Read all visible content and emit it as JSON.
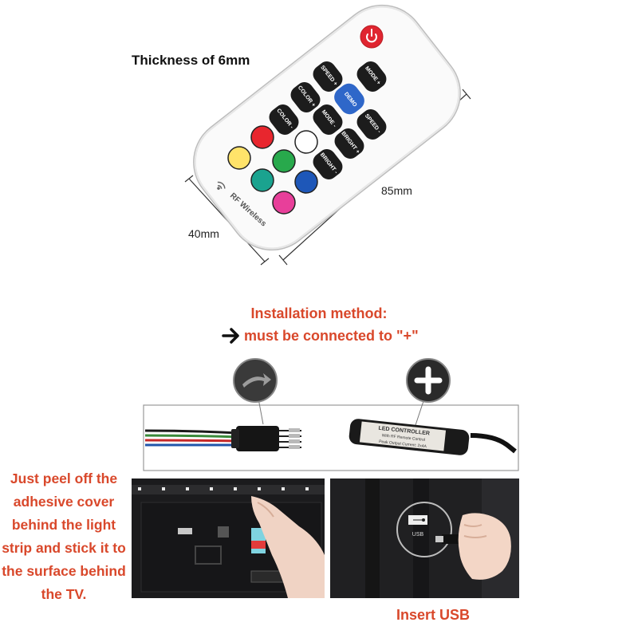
{
  "remote": {
    "thickness_label": "Thickness of 6mm",
    "width_label": "40mm",
    "length_label": "85mm",
    "rf_label": "RF Wireless",
    "buttons": {
      "speed_plus": "SPEED +",
      "mode_plus": "MODE +",
      "color_plus": "COLOR +",
      "demo": "DEMO",
      "color_minus": "COLOR -",
      "mode_minus": "MODE -",
      "speed_minus": "SPEED -",
      "bright_plus": "BRIGHT +",
      "bright_minus": "BRIGHT -"
    },
    "colors": {
      "red": "#e8262e",
      "white": "#ffffff",
      "yellow": "#ffe36a",
      "green": "#28a94c",
      "teal": "#1aa38f",
      "blue": "#1e57b8",
      "pink": "#e83f9a",
      "power": "#e02530",
      "demo": "#2f67c9"
    }
  },
  "installation": {
    "title": "Installation method:",
    "line2": "must be connected to \"+\""
  },
  "controller": {
    "label_line1": "LED CONTROLLER",
    "label_line2": "With RF Remote Control",
    "label_line3": "Peak Output Current: 2x4A"
  },
  "tv_panel": {
    "instruction": "Just peel off the adhesive cover behind the light strip and stick it to the surface behind the TV."
  },
  "usb_panel": {
    "caption": "Insert USB",
    "port_label": "USB"
  },
  "accent_color": "#d9482b"
}
